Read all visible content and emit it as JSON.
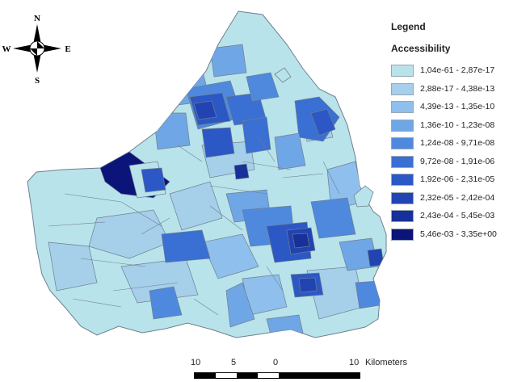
{
  "compass": {
    "north": "N",
    "east": "E",
    "south": "S",
    "west": "W"
  },
  "legend": {
    "title": "Legend",
    "subtitle": "Accessibility",
    "classes": [
      {
        "label": "1,04e-61 - 2,87e-17",
        "color": "#b9e3ea"
      },
      {
        "label": "2,88e-17 - 4,38e-13",
        "color": "#a6cfea"
      },
      {
        "label": "4,39e-13 - 1,35e-10",
        "color": "#8fbfec"
      },
      {
        "label": "1,36e-10 - 1,23e-08",
        "color": "#6fa6e6"
      },
      {
        "label": "1,24e-08 - 9,71e-08",
        "color": "#4f89de"
      },
      {
        "label": "9,72e-08 - 1,91e-06",
        "color": "#3a6fd3"
      },
      {
        "label": "1,92e-06 - 2,31e-05",
        "color": "#2b58c4"
      },
      {
        "label": "2,32e-05 - 2,42e-04",
        "color": "#2243b2"
      },
      {
        "label": "2,43e-04 - 5,45e-03",
        "color": "#18309a"
      },
      {
        "label": "5,46e-03 - 3,35e+00",
        "color": "#0b1478"
      }
    ]
  },
  "scalebar": {
    "labels": [
      "10",
      "5",
      "0",
      "10"
    ],
    "unit": "Kilometers"
  }
}
